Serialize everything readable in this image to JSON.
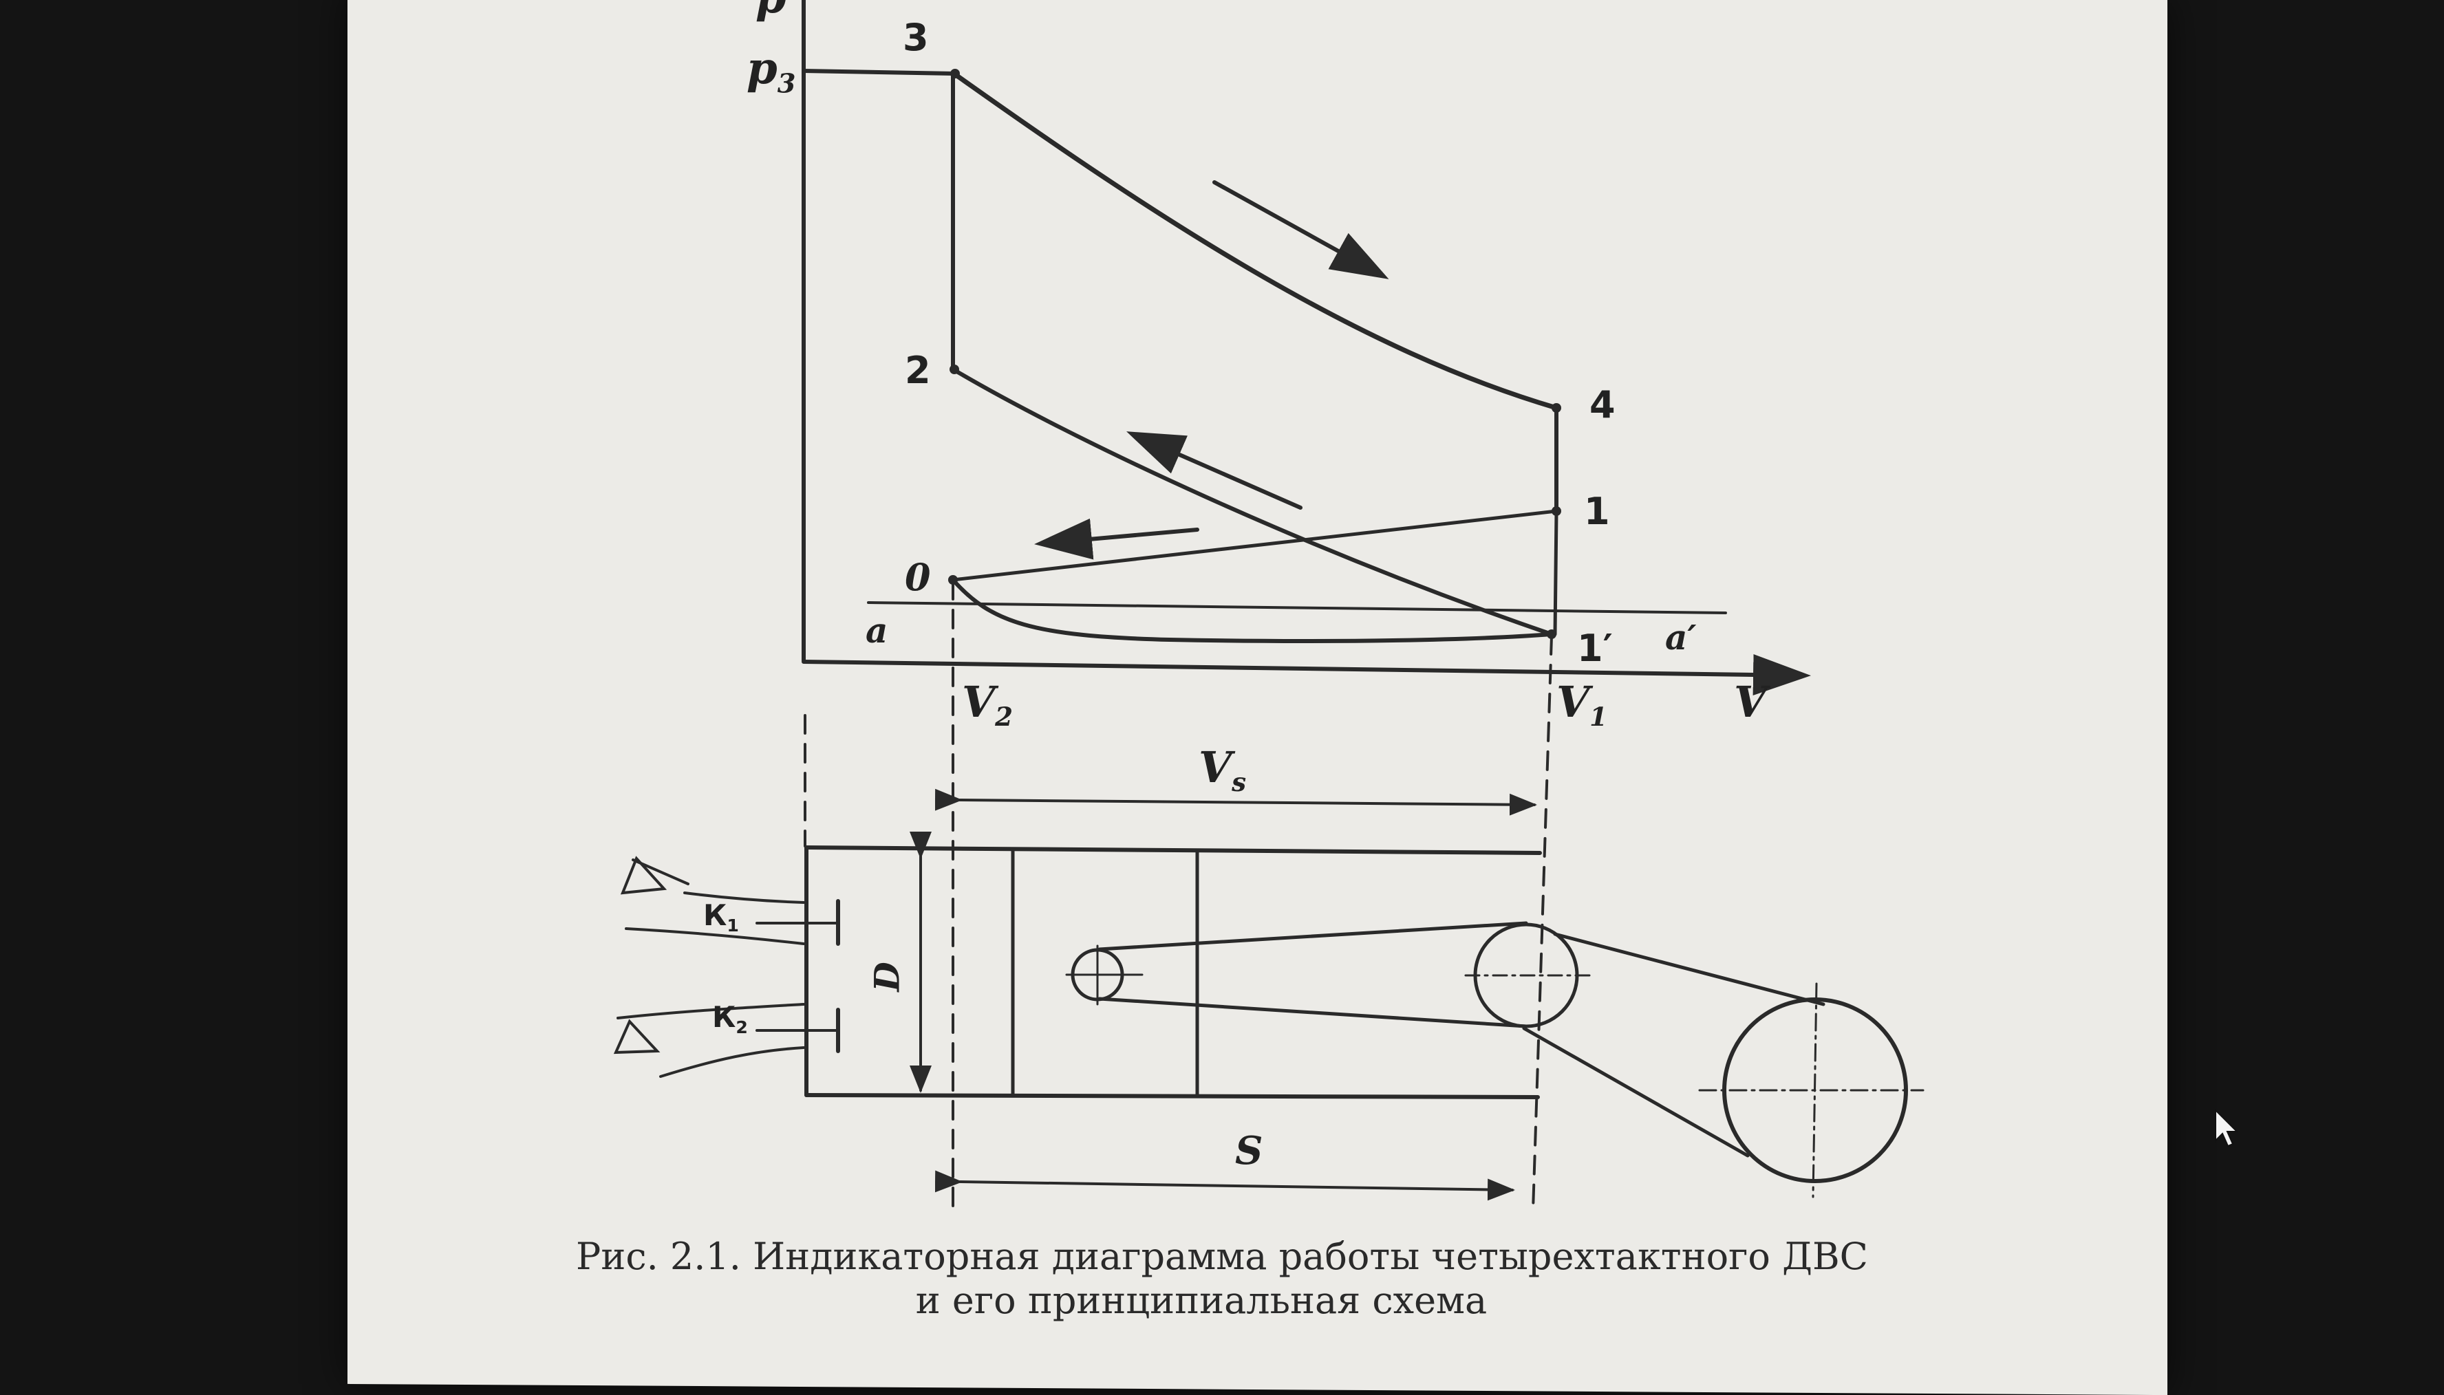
{
  "labels": {
    "axis_p": "p",
    "p3": "p",
    "p3_sub": "3",
    "pt3": "3",
    "pt2": "2",
    "pt4": "4",
    "pt1": "1",
    "pt0": "0",
    "pt_a": "a",
    "pt_1prime": "1′",
    "pt_aprime": "a′",
    "v2": "V",
    "v2_sub": "2",
    "v1": "V",
    "v1_sub": "1",
    "axis_v": "V",
    "vs": "V",
    "vs_sub": "s",
    "k1": "К",
    "k1_sub": "1",
    "k2": "К",
    "k2_sub": "2",
    "d": "D",
    "s": "S"
  },
  "caption": {
    "line1": "Рис. 2.1. Индикаторная диаграмма работы четырехтактного ДВС",
    "line2": "и его принципиальная схема"
  },
  "colors": {
    "paper": "#ecebe7",
    "ink": "#2a2a2a",
    "monitor": "#141414"
  }
}
